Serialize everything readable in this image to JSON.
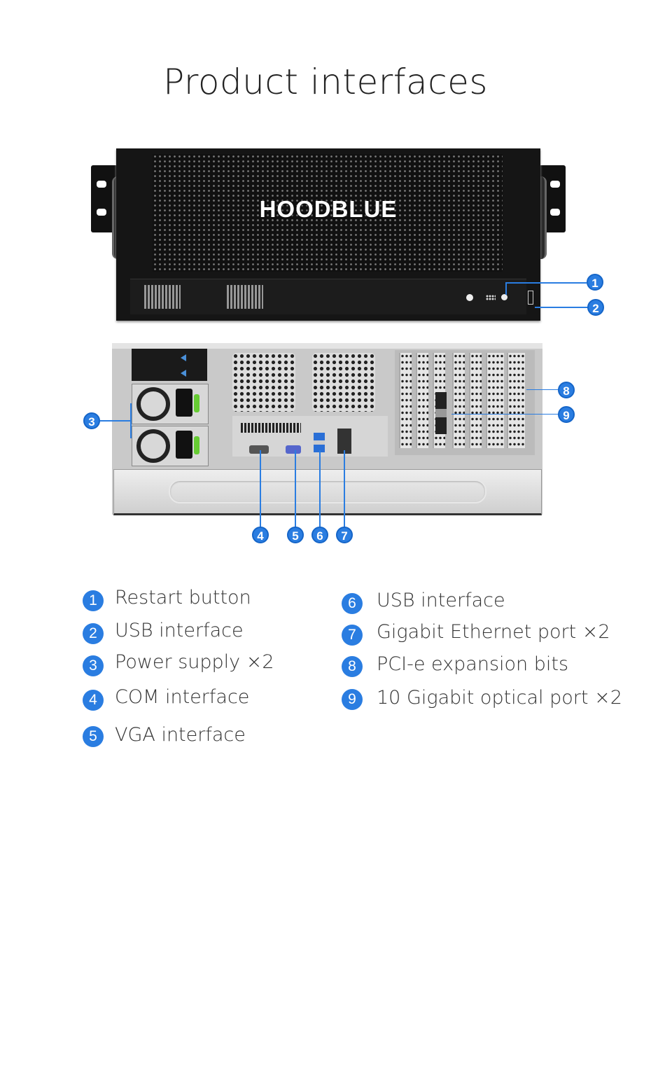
{
  "title": "Product interfaces",
  "brand": "HOODBLUE",
  "accent_color": "#2a7de1",
  "callouts": [
    "1",
    "2",
    "3",
    "4",
    "5",
    "6",
    "7",
    "8",
    "9"
  ],
  "legend_left": [
    {
      "num": "1",
      "label": "Restart button"
    },
    {
      "num": "2",
      "label": "USB interface"
    },
    {
      "num": "3",
      "label": "Power supply ×2"
    },
    {
      "num": "4",
      "label": "COM interface"
    },
    {
      "num": "5",
      "label": "VGA interface"
    }
  ],
  "legend_right": [
    {
      "num": "6",
      "label": "USB interface"
    },
    {
      "num": "7",
      "label": "Gigabit Ethernet port ×2"
    },
    {
      "num": "8",
      "label": "PCI-e expansion bits"
    },
    {
      "num": "9",
      "label": "10 Gigabit optical port ×2"
    }
  ]
}
